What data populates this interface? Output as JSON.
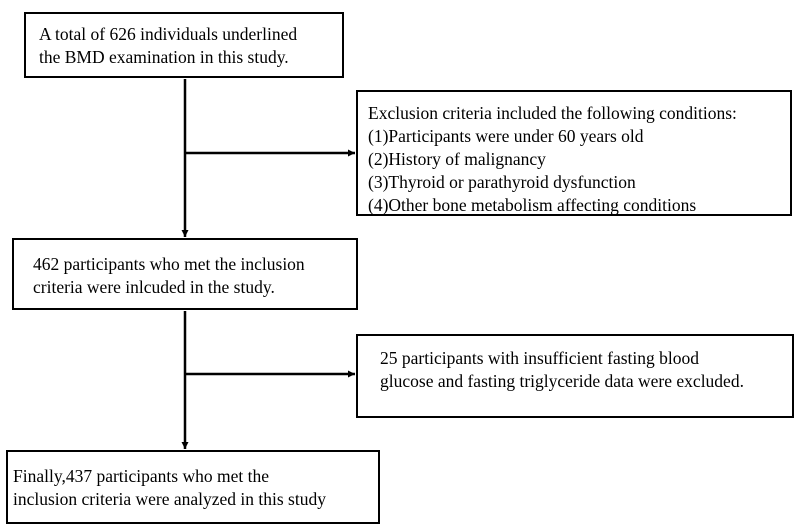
{
  "flowchart": {
    "start_box": {
      "lines": [
        "A total of  626 individuals underlined",
        "the BMD examination in this study."
      ]
    },
    "exclusion_box": {
      "lines": [
        "Exclusion criteria included the following conditions:",
        "(1)Participants were under 60 years old",
        "(2)History of malignancy",
        "(3)Thyroid or parathyroid dysfunction",
        "(4)Other bone metabolism affecting conditions"
      ]
    },
    "included_box": {
      "lines": [
        "462 participants who met the inclusion",
        "criteria were inlcuded in the study."
      ]
    },
    "excluded_box": {
      "lines": [
        "25 participants with insufficient fasting blood",
        "glucose and fasting triglyceride data were excluded."
      ]
    },
    "final_box": {
      "lines": [
        "Finally,437 participants who met the",
        "inclusion criteria were analyzed  in this study"
      ]
    }
  },
  "colors": {
    "stroke": "#000000",
    "background": "#ffffff"
  }
}
